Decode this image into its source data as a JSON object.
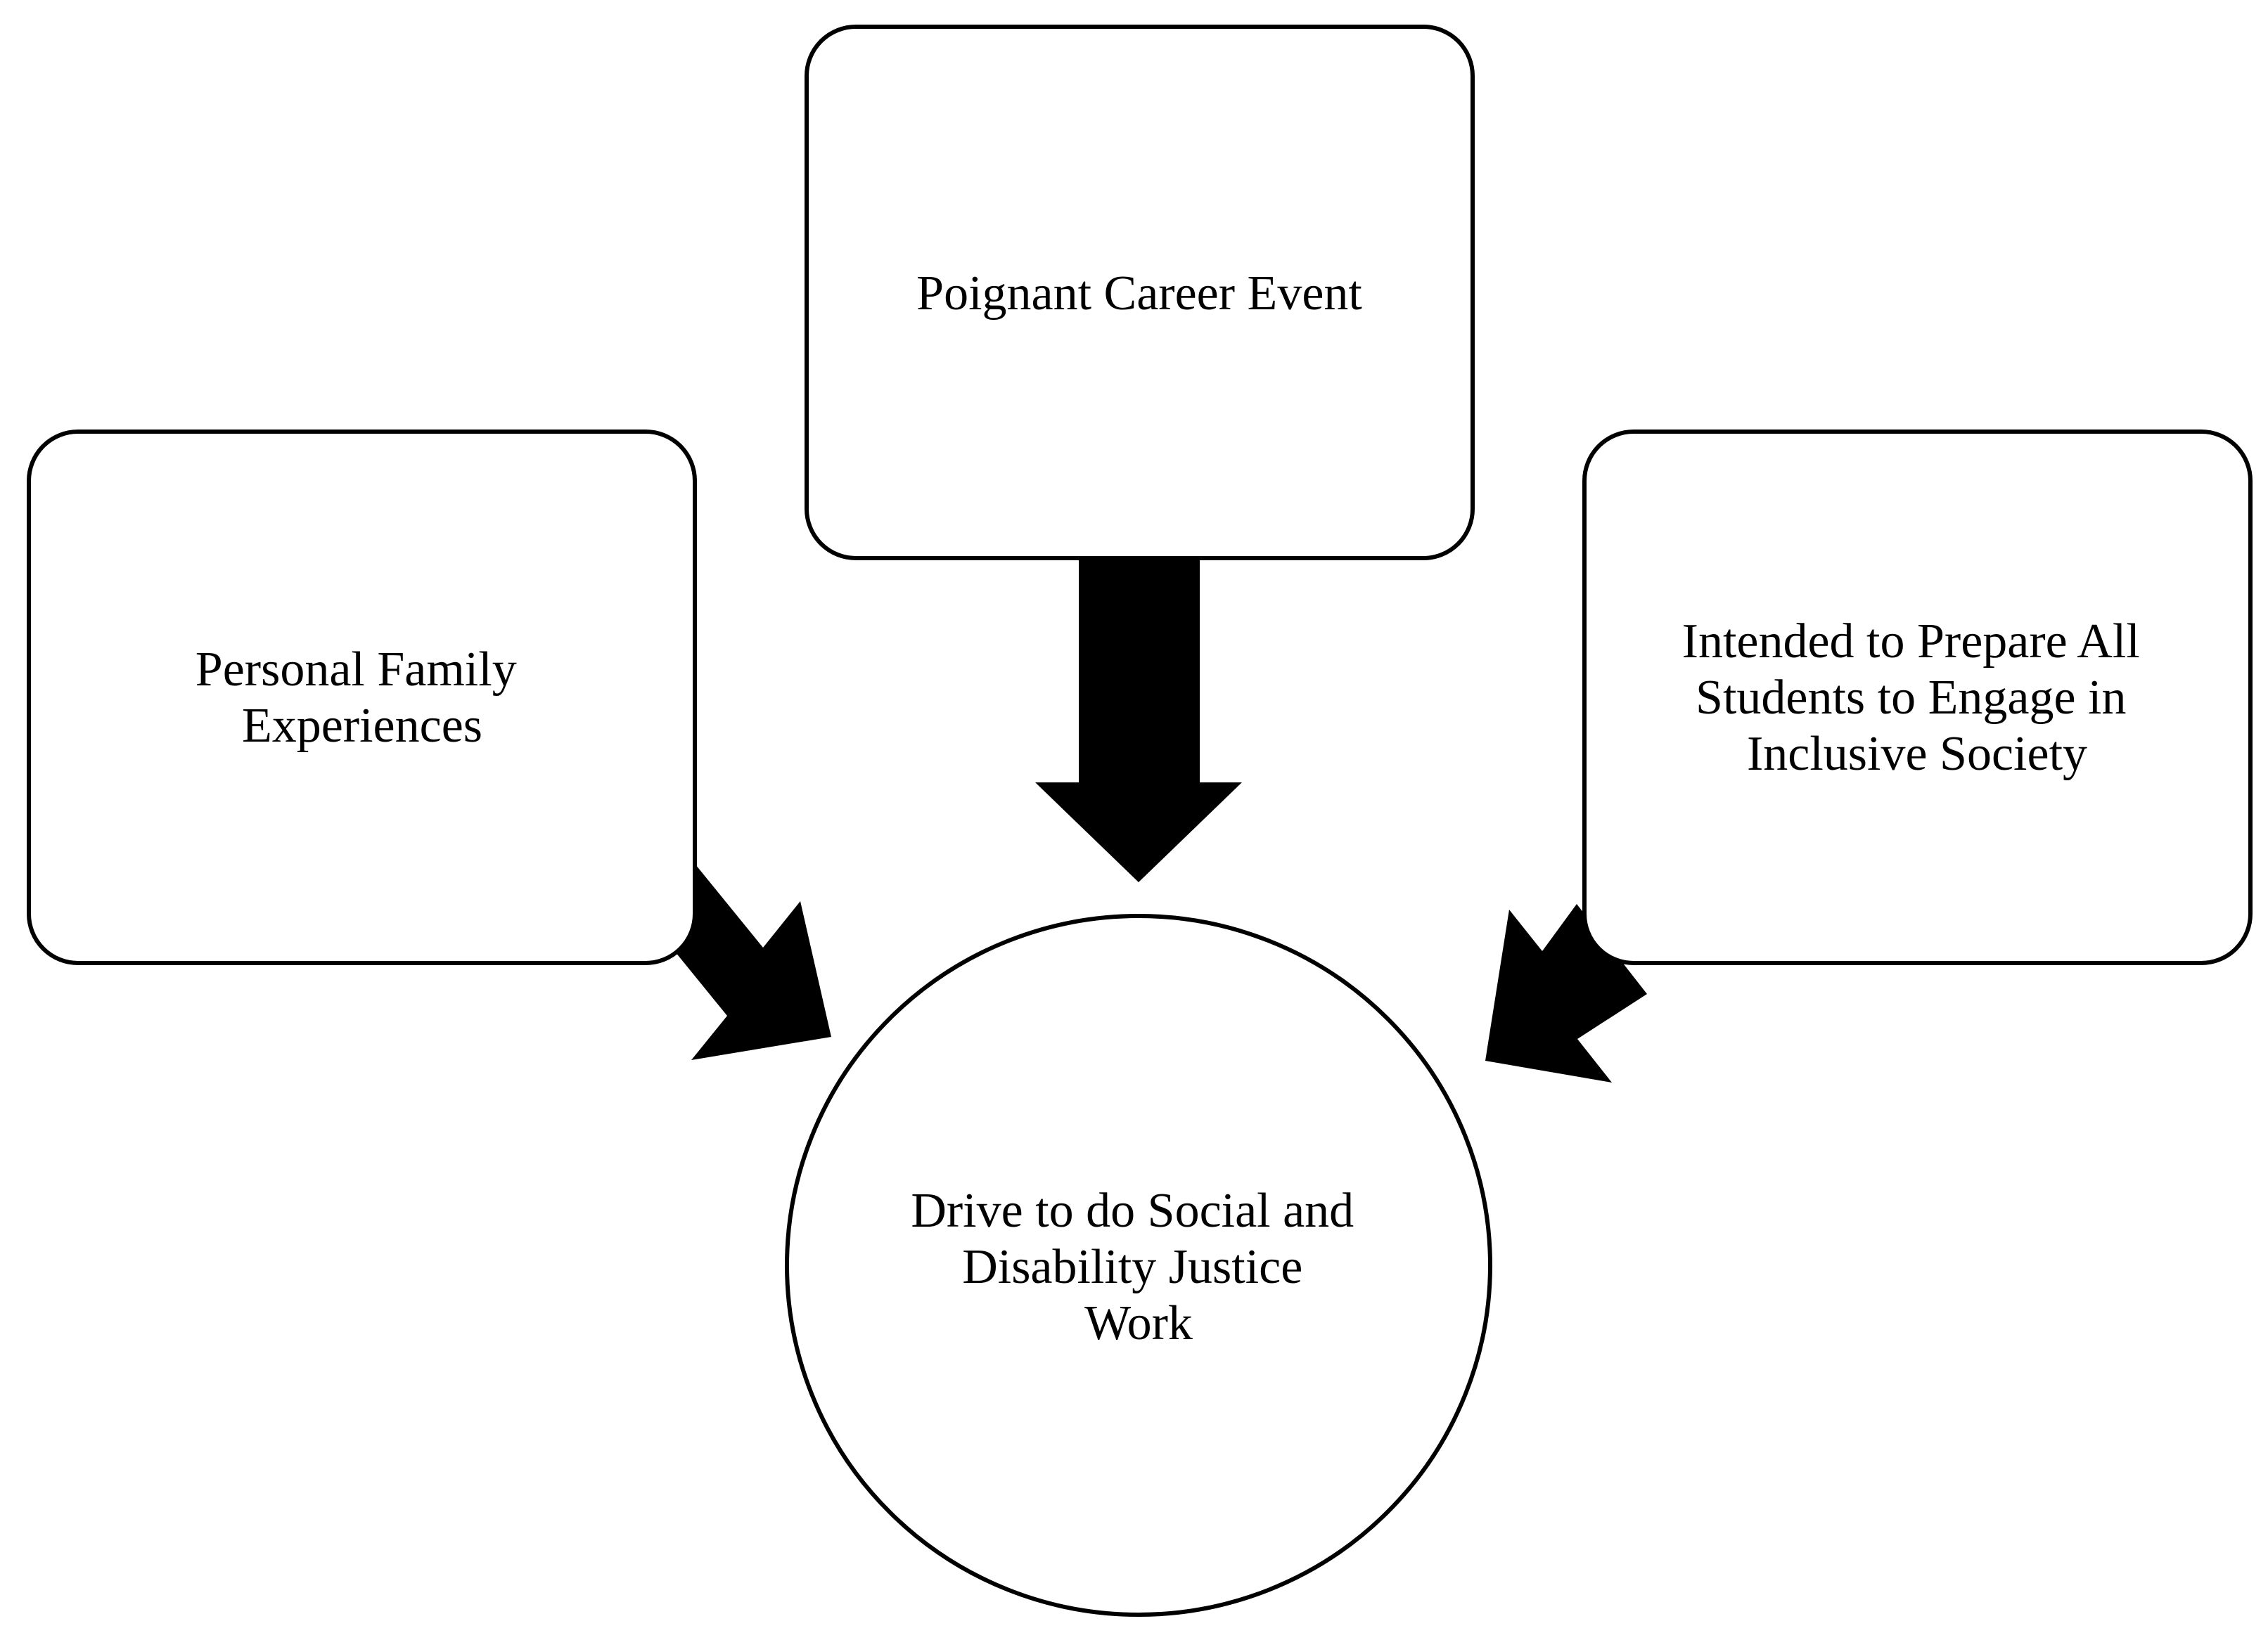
{
  "diagram": {
    "nodes": {
      "top": {
        "lines": [
          "Poignant Career Event"
        ]
      },
      "left": {
        "lines": [
          "Personal Family",
          "Experiences"
        ]
      },
      "right": {
        "lines": [
          "Intended to Prepare All",
          "Students to Engage in",
          "Inclusive Society"
        ]
      },
      "center": {
        "lines": [
          "Drive to do Social and",
          "Disability Justice",
          "Work"
        ]
      }
    },
    "edges": [
      {
        "from": "top",
        "to": "center"
      },
      {
        "from": "left",
        "to": "center"
      },
      {
        "from": "right",
        "to": "center"
      }
    ],
    "colors": {
      "stroke": "#000000",
      "fill": "#ffffff",
      "arrow": "#000000"
    }
  }
}
